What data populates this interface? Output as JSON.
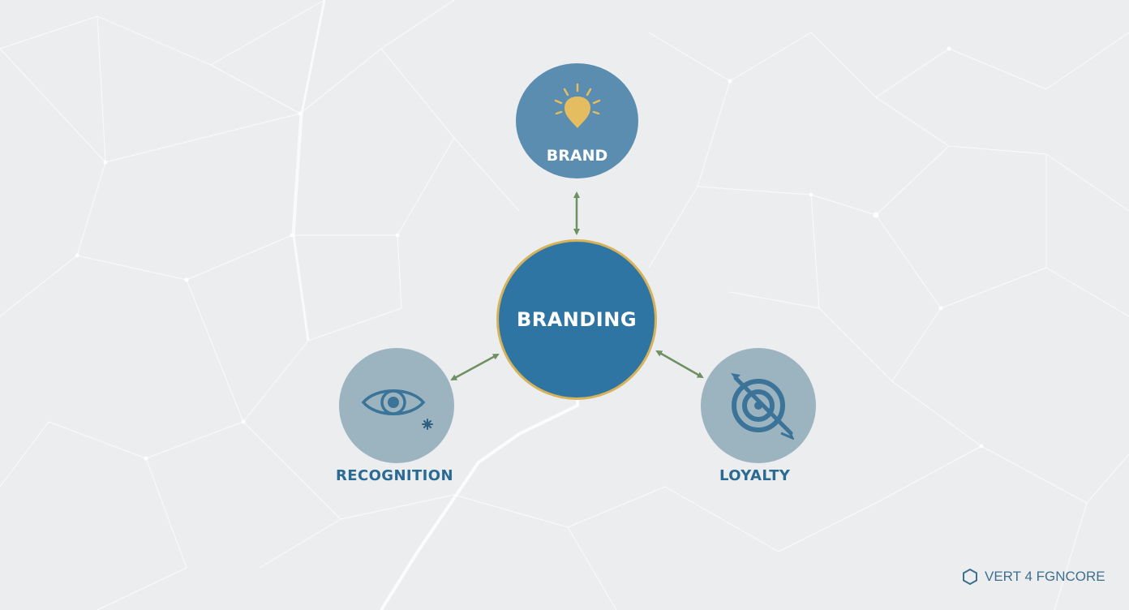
{
  "diagram": {
    "center": {
      "label": "BRANDING"
    },
    "nodes": [
      {
        "id": "brand",
        "label": "BRAND",
        "icon": "lightbulb-icon"
      },
      {
        "id": "recognition",
        "label": "RECOGNITION",
        "icon": "eye-icon"
      },
      {
        "id": "loyalty",
        "label": "LOYALTY",
        "icon": "target-icon"
      }
    ],
    "connectors": [
      {
        "from": "BRANDING",
        "to": "BRAND",
        "type": "bidirectional"
      },
      {
        "from": "BRANDING",
        "to": "RECOGNITION",
        "type": "bidirectional"
      },
      {
        "from": "BRANDING",
        "to": "LOYALTY",
        "type": "bidirectional"
      }
    ]
  },
  "footer": {
    "logo_text": "VERT 4 FGNCORE",
    "logo_icon": "hexagon-icon"
  },
  "colors": {
    "background": "#ebedef",
    "center_fill": "#2f75a3",
    "center_ring": "#d6b35a",
    "brand_fill": "#5b8db0",
    "satellite_fill": "#9cb3c0",
    "arrow": "#6f9162",
    "accent_gold": "#e3bd5f",
    "caption_text": "#2b6a93"
  }
}
